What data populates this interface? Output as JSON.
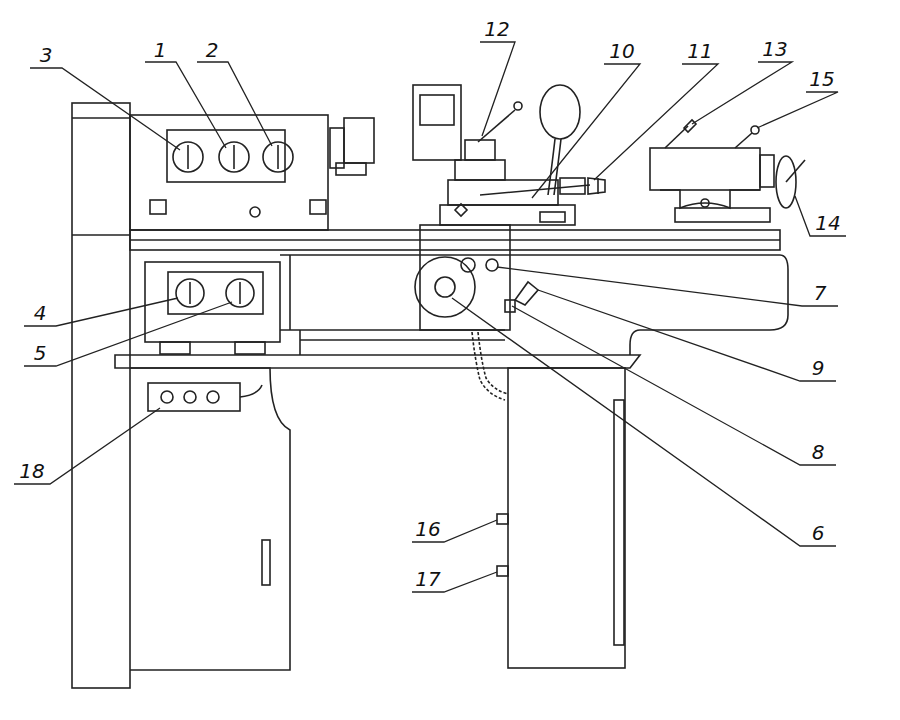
{
  "diagram": {
    "labels": [
      "3",
      "1",
      "2",
      "12",
      "10",
      "11",
      "13",
      "15",
      "14",
      "7",
      "9",
      "8",
      "6",
      "4",
      "5",
      "18",
      "16",
      "17"
    ]
  }
}
